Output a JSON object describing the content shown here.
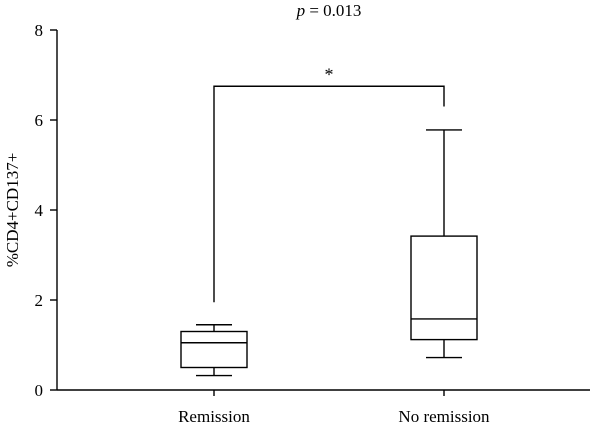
{
  "chart_data": {
    "type": "box",
    "title": "p = 0.013",
    "title_italic_part": "p",
    "title_rest": " = 0.013",
    "xlabel": "",
    "ylabel": "%CD4+CD137+",
    "ylim": [
      0,
      8
    ],
    "yticks": [
      0,
      2,
      4,
      6,
      8
    ],
    "grid": false,
    "categories": [
      "Remission",
      "No remission"
    ],
    "boxes": [
      {
        "category": "Remission",
        "whisker_low": 0.32,
        "q1": 0.5,
        "median": 1.05,
        "q3": 1.3,
        "whisker_high": 1.45
      },
      {
        "category": "No remission",
        "whisker_low": 0.72,
        "q1": 1.12,
        "median": 1.58,
        "q3": 3.42,
        "whisker_high": 5.78
      }
    ],
    "annotations": [
      {
        "type": "significance-bracket",
        "between": [
          "Remission",
          "No remission"
        ],
        "label": "*",
        "y": 6.75,
        "left_drop_to": 1.95,
        "right_drop_to": 6.3
      }
    ]
  }
}
